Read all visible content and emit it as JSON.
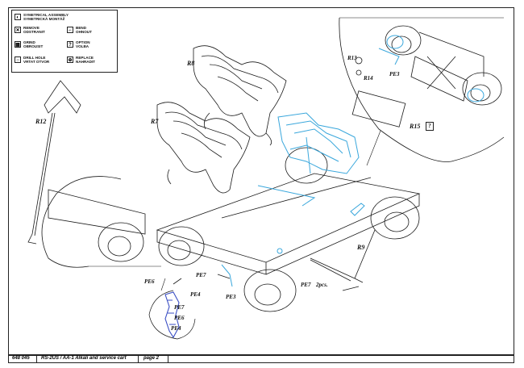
{
  "legend": {
    "items": [
      {
        "icon": "symmetrical-assembly",
        "glyph": "◐",
        "text": "SYMETRICAL ASSEMBLY\nSYMETRICKÁ MONTÁŽ"
      },
      {
        "icon": "remove",
        "glyph": "✕",
        "text": "REMOVE\nODSTRANIT"
      },
      {
        "icon": "bend",
        "glyph": "⌐",
        "text": "BEND\nOHNOUT"
      },
      {
        "icon": "grind",
        "glyph": "▦",
        "text": "GRIND\nOBROUSIT"
      },
      {
        "icon": "option",
        "glyph": "?",
        "text": "OPTION\nVOLBA"
      },
      {
        "icon": "drill-hole",
        "glyph": "○",
        "text": "DRILL HOLE\nVRTAT OTVOR"
      },
      {
        "icon": "replace",
        "glyph": "⊕",
        "text": "REPLACE\nNAHRADIT"
      }
    ]
  },
  "labels": {
    "r8": "R8",
    "r7": "R7",
    "r12": "R12",
    "r13": "R13",
    "r14": "R14",
    "pe3_top": "PE3",
    "r15": "R15",
    "r15_option": "?",
    "r9": "R9",
    "pe7_right": "PE7",
    "pe7_right_qty": "2pcs.",
    "pe6": "PE6",
    "pe7": "PE7",
    "pe4": "PE4",
    "pe3": "PE3",
    "detail_pe7": "PE7",
    "detail_pe6": "PE6",
    "detail_pe4": "PE4"
  },
  "footer": {
    "code": "648 045",
    "title": "RS-2US / AA-1 Alkali and service cart",
    "page": "page 2"
  },
  "colors": {
    "photo_etch": "#3aa7dc",
    "line": "#1a1a1a",
    "detail_part": "#3b4fc4"
  }
}
